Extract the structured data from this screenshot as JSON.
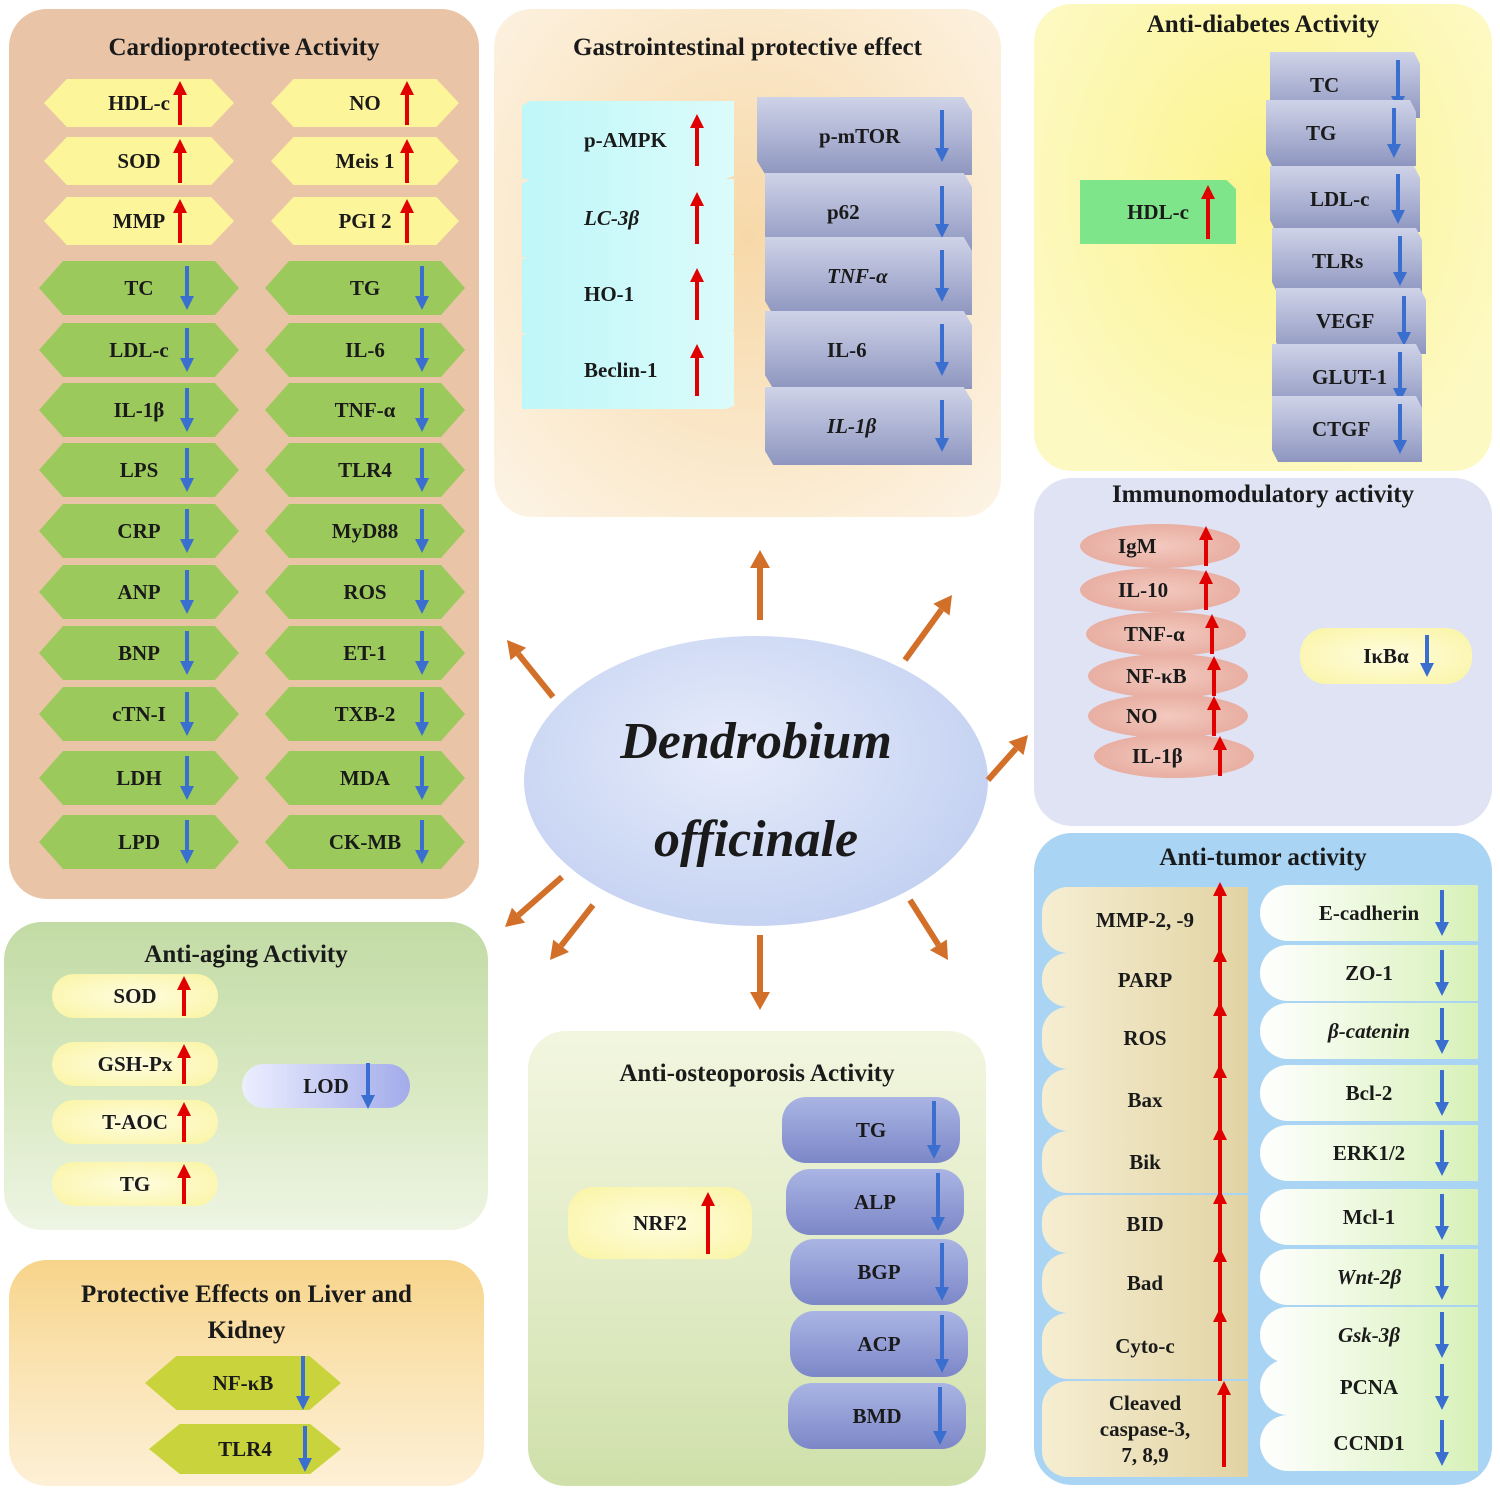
{
  "center": {
    "line1": "Dendrobium",
    "line2": "officinale"
  },
  "cardio": {
    "title": "Cardioprotective Activity",
    "up_left": [
      "HDL-c",
      "SOD",
      "MMP"
    ],
    "up_right": [
      "NO",
      "Meis 1",
      "PGI 2"
    ],
    "down_left": [
      "TC",
      "LDL-c",
      "IL-1β",
      "LPS",
      "CRP",
      "ANP",
      "BNP",
      "cTN-I",
      "LDH",
      "LPD"
    ],
    "down_right": [
      "TG",
      "IL-6",
      "TNF-α",
      "TLR4",
      "MyD88",
      "ROS",
      "ET-1",
      "TXB-2",
      "MDA",
      "CK-MB"
    ]
  },
  "gastro": {
    "title": "Gastrointestinal protective effect",
    "up": [
      "p-AMPK",
      "LC-3β",
      "HO-1",
      "Beclin-1"
    ],
    "down": [
      "p-mTOR",
      "p62",
      "TNF-α",
      "IL-6",
      "IL-1β"
    ]
  },
  "diabetes": {
    "title": "Anti-diabetes Activity",
    "up": [
      "HDL-c"
    ],
    "down": [
      "TC",
      "TG",
      "LDL-c",
      "TLRs",
      "VEGF",
      "GLUT-1",
      "CTGF"
    ]
  },
  "immuno": {
    "title": "Immunomodulatory activity",
    "up": [
      "IgM",
      "IL-10",
      "TNF-α",
      "NF-κB",
      "NO",
      "IL-1β"
    ],
    "down": [
      "IκBα"
    ]
  },
  "aging": {
    "title": "Anti-aging Activity",
    "up": [
      "SOD",
      "GSH-Px",
      "T-AOC",
      "TG"
    ],
    "down": [
      "LOD"
    ]
  },
  "liver": {
    "title_line1": "Protective Effects on Liver and",
    "title_line2": "Kidney",
    "down": [
      "NF-κB",
      "TLR4"
    ]
  },
  "osteo": {
    "title": "Anti-osteoporosis Activity",
    "up": [
      "NRF2"
    ],
    "down": [
      "TG",
      "ALP",
      "BGP",
      "ACP",
      "BMD"
    ]
  },
  "tumor": {
    "title": "Anti-tumor activity",
    "up": [
      "MMP-2, -9",
      "PARP",
      "ROS",
      "Bax",
      "Bik",
      "BID",
      "Bad",
      "Cyto-c"
    ],
    "up_last": [
      "Cleaved",
      "caspase-3,",
      "7, 8,9"
    ],
    "down": [
      "E-cadherin",
      "ZO-1",
      "β-catenin",
      "Bcl-2",
      "ERK1/2",
      "Mcl-1",
      "Wnt-2β",
      "Gsk-3β",
      "PCNA",
      "CCND1"
    ]
  },
  "colors": {
    "up_arrow": "#e00000",
    "down_arrow": "#3a6fd0",
    "radiate_arrow": "#d2702a"
  }
}
